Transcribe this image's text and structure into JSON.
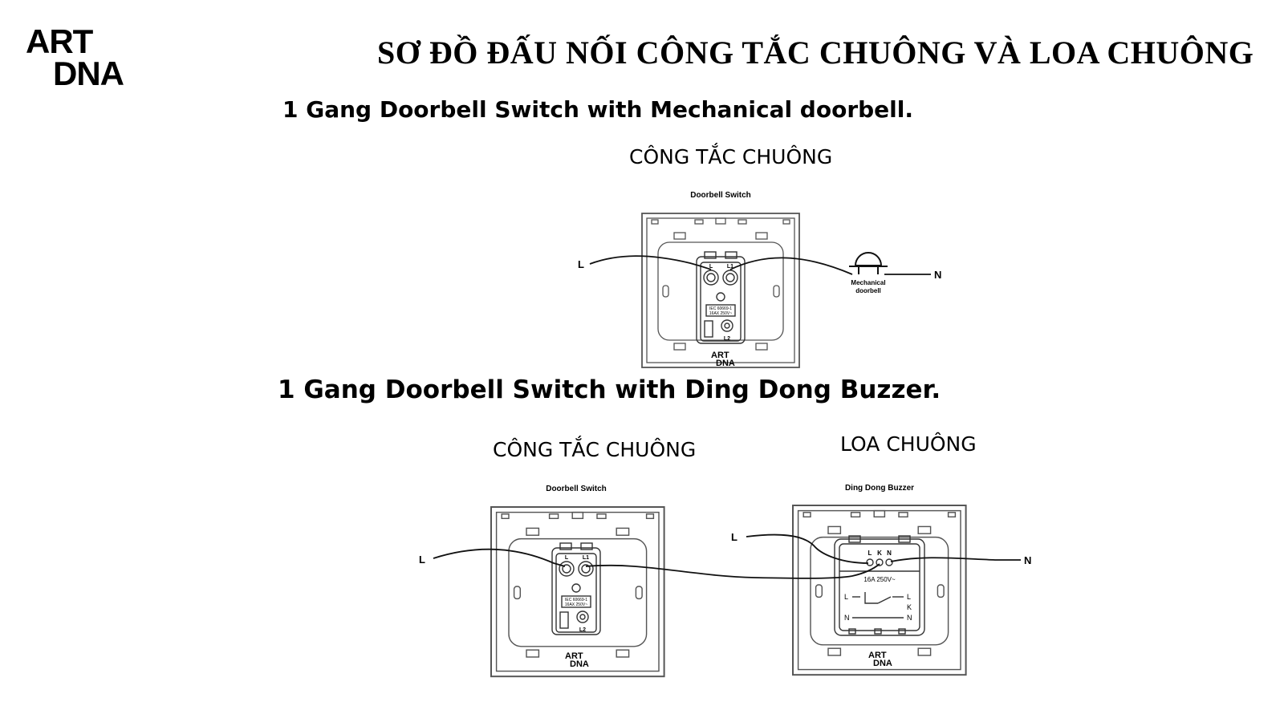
{
  "logo": {
    "line1": "ART",
    "line2": "DNA"
  },
  "title": "SƠ ĐỒ ĐẤU NỐI CÔNG TẮC CHUÔNG VÀ LOA CHUÔNG",
  "section1": {
    "heading": "1 Gang Doorbell Switch with Mechanical doorbell.",
    "caption": "CÔNG TẮC CHUÔNG",
    "device_label": "Doorbell Switch",
    "terminals": [
      "L",
      "L1",
      "L2"
    ],
    "rating_line1": "IEC 60669-1",
    "rating_line2": "16AX 250V~",
    "brand_line1": "ART",
    "brand_line2": "DNA",
    "wire_left": "L",
    "wire_right": "N",
    "doorbell_line1": "Mechanical",
    "doorbell_line2": "doorbell"
  },
  "section2": {
    "heading": "1 Gang Doorbell Switch with Ding Dong Buzzer.",
    "switch_caption": "CÔNG TẮC CHUÔNG",
    "buzzer_caption": "LOA CHUÔNG",
    "switch_label": "Doorbell Switch",
    "buzzer_label": "Ding Dong Buzzer",
    "switch_terminals": [
      "L",
      "L1",
      "L2"
    ],
    "rating_line1": "IEC 60669-1",
    "rating_line2": "16AX 250V~",
    "buzzer_terminals": [
      "L",
      "K",
      "N"
    ],
    "buzzer_rating": "16A 250V~",
    "buzzer_diagram_left": [
      "L",
      "N"
    ],
    "buzzer_diagram_right": [
      "L",
      "K",
      "N"
    ],
    "brand_line1": "ART",
    "brand_line2": "DNA",
    "wire_left_switch": "L",
    "wire_left_buzzer": "L",
    "wire_right": "N"
  }
}
